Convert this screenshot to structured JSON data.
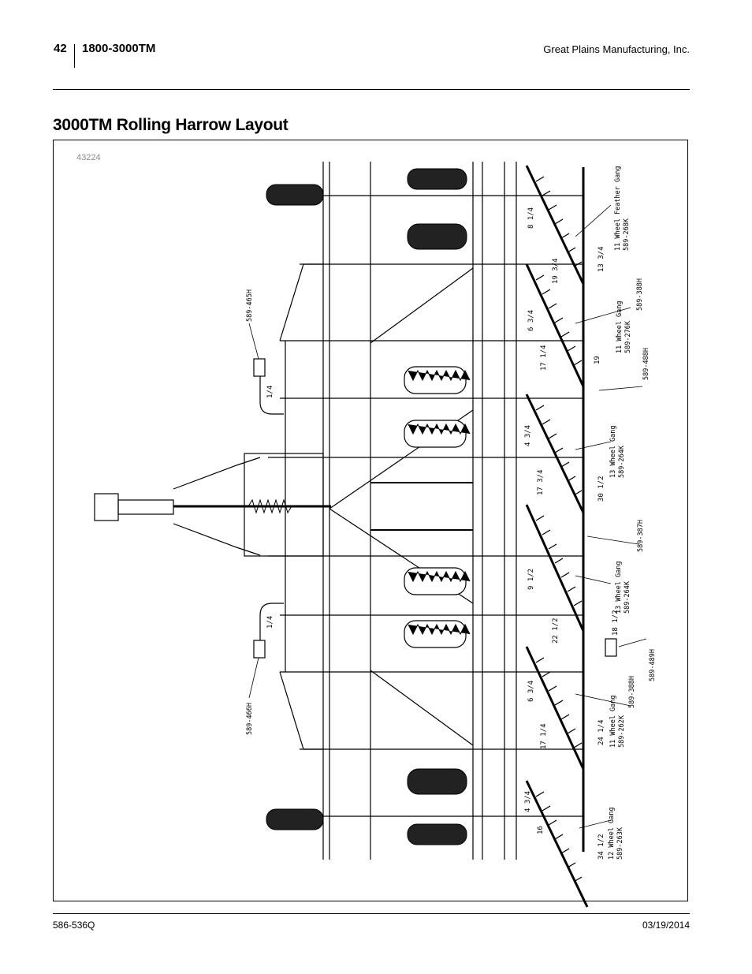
{
  "header": {
    "page_number": "42",
    "model": "1800-3000TM",
    "company": "Great Plains Manufacturing, Inc."
  },
  "title": "3000TM Rolling Harrow Layout",
  "figure": {
    "number": "43224",
    "part_labels": [
      "11 Wheel Feather Gang 589-268K",
      "589-388H",
      "11 Wheel Gang 589-276K",
      "589-488H",
      "13 Wheel Gang 589-264K",
      "589-387H",
      "13 Wheel Gang 589-264K",
      "589-489H",
      "589-388H",
      "11 Wheel Gang 589-262K",
      "12 Wheel Gang 589-263K",
      "589-465H",
      "589-466H"
    ],
    "dimensions": [
      "8 1/4",
      "19 3/4",
      "13 3/4",
      "6 3/4",
      "17 1/4",
      "19",
      "4 3/4",
      "17 3/4",
      "30 1/2",
      "9 1/2",
      "22 1/2",
      "18 1/2",
      "6 3/4",
      "17 1/4",
      "24 1/4",
      "4 3/4",
      "16",
      "34 1/2",
      "1/4",
      "1/4"
    ]
  },
  "footer": {
    "doc_number": "586-536Q",
    "date": "03/19/2014"
  }
}
